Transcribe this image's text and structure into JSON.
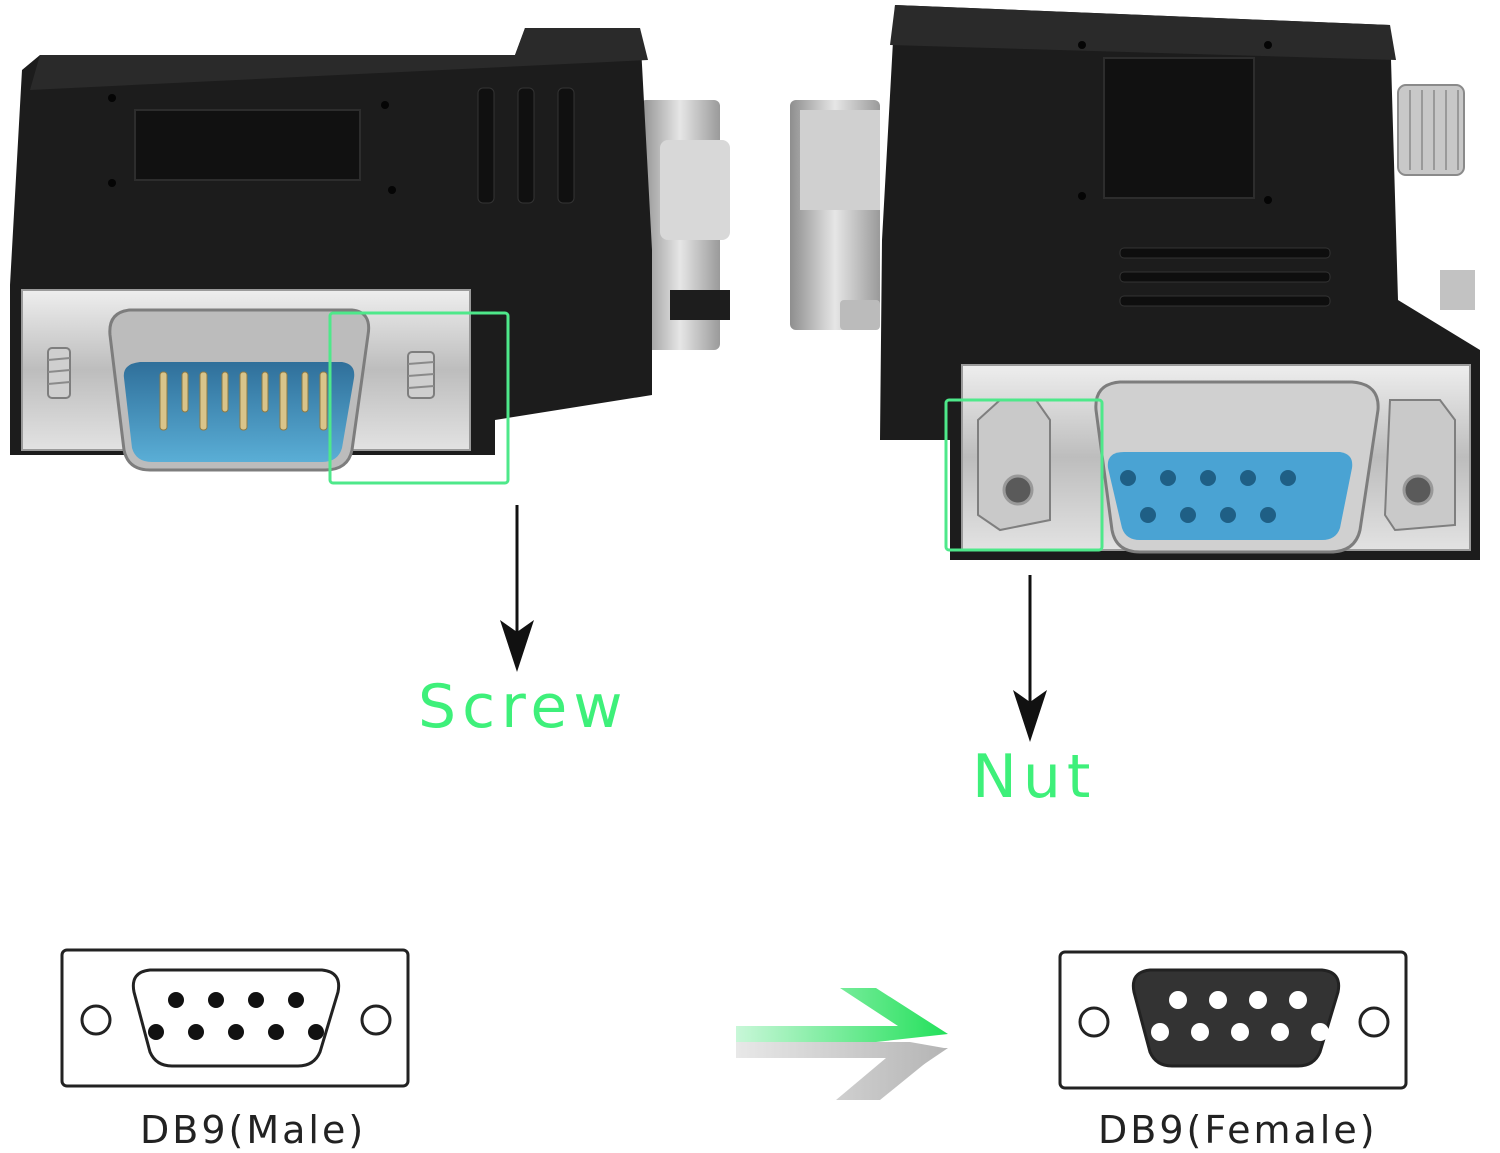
{
  "callouts": {
    "screw_label": "Screw",
    "nut_label": "Nut"
  },
  "diagram": {
    "male_caption": "DB9(Male)",
    "female_caption": "DB9(Female)"
  },
  "colors": {
    "highlight_green": "#4ee88a",
    "callout_green": "#3ef07a",
    "connector_blue": "#3f8fc0",
    "housing_black": "#1c1c1c",
    "metal_silver": "#c9c9c9"
  },
  "icons": {
    "transfer_arrow": "double-right-arrow-icon"
  }
}
